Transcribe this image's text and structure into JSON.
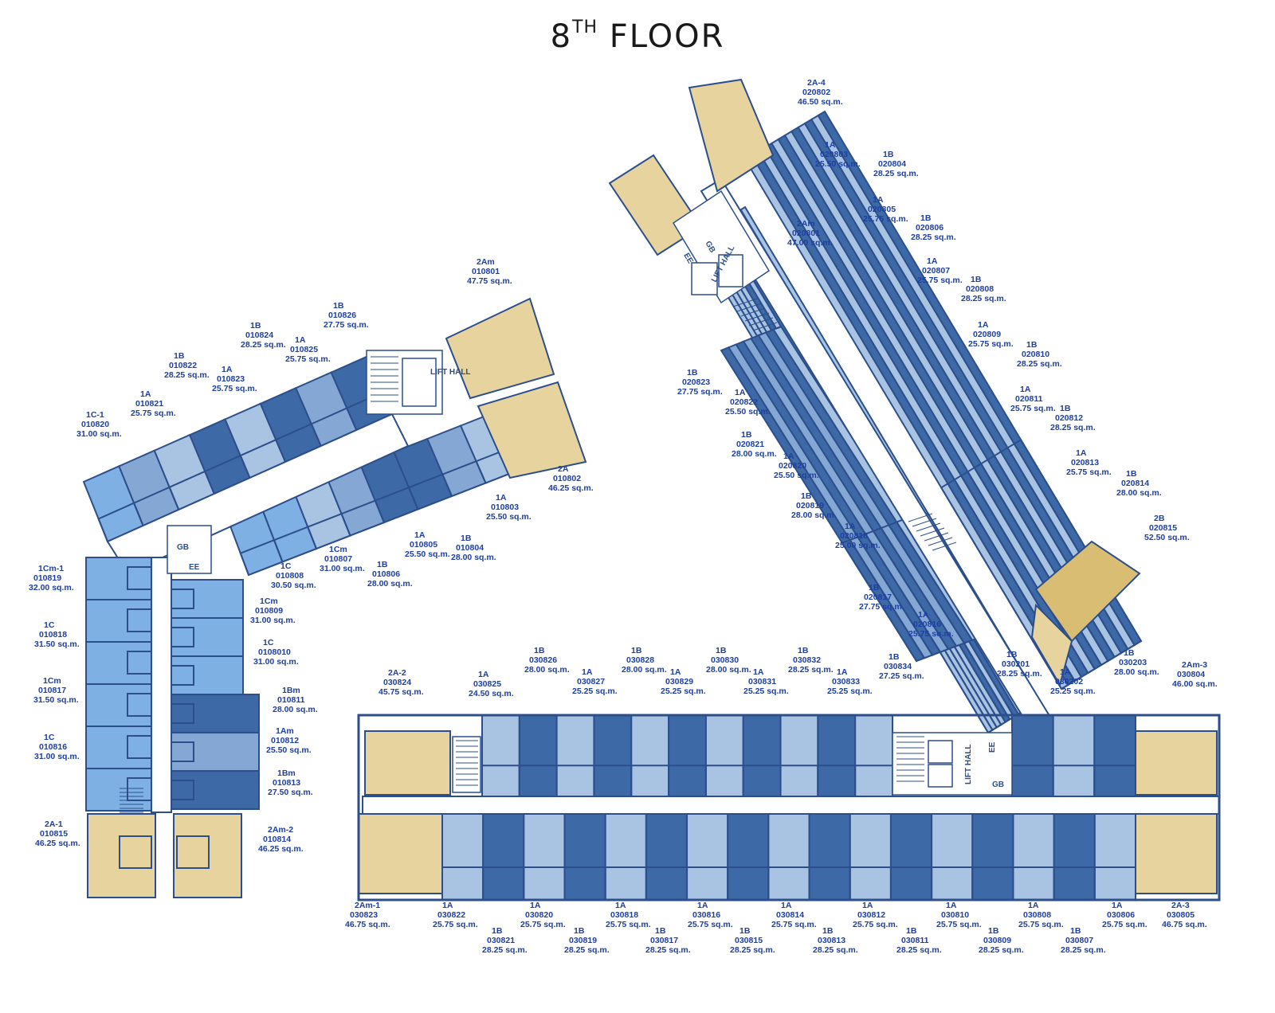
{
  "title": {
    "main": "8",
    "sup": "TH",
    "rest": "FLOOR"
  },
  "colors": {
    "light": "#a9c3e2",
    "mid": "#84a8d3",
    "dark": "#3d6aa6",
    "sky": "#7fb0e4",
    "tan": "#e7d39e",
    "tanDark": "#d9bd72",
    "line": "#2c4f8c",
    "label": "#1d3fa3"
  },
  "core_labels": {
    "lift_hall": "LIFT HALL",
    "ee": "EE",
    "gb": "GB"
  },
  "units": [
    {
      "type": "2Am",
      "code": "010801",
      "area": "47.75 sq.m."
    },
    {
      "type": "1B",
      "code": "010826",
      "area": "27.75 sq.m."
    },
    {
      "type": "1B",
      "code": "010824",
      "area": "28.25 sq.m."
    },
    {
      "type": "1A",
      "code": "010825",
      "area": "25.75 sq.m."
    },
    {
      "type": "1B",
      "code": "010822",
      "area": "28.25 sq.m."
    },
    {
      "type": "1A",
      "code": "010823",
      "area": "25.75 sq.m."
    },
    {
      "type": "1A",
      "code": "010821",
      "area": "25.75 sq.m."
    },
    {
      "type": "1C-1",
      "code": "010820",
      "area": "31.00 sq.m."
    },
    {
      "type": "2A",
      "code": "010802",
      "area": "46.25 sq.m."
    },
    {
      "type": "1A",
      "code": "010803",
      "area": "25.50 sq.m."
    },
    {
      "type": "1A",
      "code": "010805",
      "area": "25.50 sq.m."
    },
    {
      "type": "1B",
      "code": "010804",
      "area": "28.00 sq.m."
    },
    {
      "type": "1Cm",
      "code": "010807",
      "area": "31.00 sq.m."
    },
    {
      "type": "1B",
      "code": "010806",
      "area": "28.00 sq.m."
    },
    {
      "type": "1C",
      "code": "010808",
      "area": "30.50 sq.m."
    },
    {
      "type": "1Cm",
      "code": "010809",
      "area": "31.00 sq.m."
    },
    {
      "type": "1C",
      "code": "0108010",
      "area": "31.00 sq.m."
    },
    {
      "type": "1Bm",
      "code": "010811",
      "area": "28.00 sq.m."
    },
    {
      "type": "1Am",
      "code": "010812",
      "area": "25.50 sq.m."
    },
    {
      "type": "1Bm",
      "code": "010813",
      "area": "27.50 sq.m."
    },
    {
      "type": "2Am-2",
      "code": "010814",
      "area": "46.25 sq.m."
    },
    {
      "type": "1Cm-1",
      "code": "010819",
      "area": "32.00 sq.m."
    },
    {
      "type": "1C",
      "code": "010818",
      "area": "31.50 sq.m."
    },
    {
      "type": "1Cm",
      "code": "010817",
      "area": "31.50 sq.m."
    },
    {
      "type": "1C",
      "code": "010816",
      "area": "31.00 sq.m."
    },
    {
      "type": "2A-1",
      "code": "010815",
      "area": "46.25 sq.m."
    },
    {
      "type": "2A-4",
      "code": "020802",
      "area": "46.50 sq.m."
    },
    {
      "type": "1A",
      "code": "020803",
      "area": "25.50 sq.m."
    },
    {
      "type": "1B",
      "code": "020804",
      "area": "28.25 sq.m."
    },
    {
      "type": "2Am",
      "code": "020801",
      "area": "47.00 sq.m."
    },
    {
      "type": "1A",
      "code": "020805",
      "area": "25.75 sq.m."
    },
    {
      "type": "1B",
      "code": "020806",
      "area": "28.25 sq.m."
    },
    {
      "type": "1A",
      "code": "020807",
      "area": "25.75 sq.m."
    },
    {
      "type": "1B",
      "code": "020808",
      "area": "28.25 sq.m."
    },
    {
      "type": "1A",
      "code": "020809",
      "area": "25.75 sq.m."
    },
    {
      "type": "1B",
      "code": "020810",
      "area": "28.25 sq.m."
    },
    {
      "type": "1B",
      "code": "020823",
      "area": "27.75 sq.m."
    },
    {
      "type": "1A",
      "code": "020822",
      "area": "25.50 sq.m."
    },
    {
      "type": "1A",
      "code": "020811",
      "area": "25.75 sq.m."
    },
    {
      "type": "1B",
      "code": "020812",
      "area": "28.25 sq.m."
    },
    {
      "type": "1B",
      "code": "020821",
      "area": "28.00 sq.m."
    },
    {
      "type": "1A",
      "code": "020820",
      "area": "25.50 sq.m."
    },
    {
      "type": "1A",
      "code": "020813",
      "area": "25.75 sq.m."
    },
    {
      "type": "1B",
      "code": "020814",
      "area": "28.00 sq.m."
    },
    {
      "type": "1B",
      "code": "020819",
      "area": "28.00 sq.m."
    },
    {
      "type": "1A",
      "code": "020818",
      "area": "25.00 sq.m."
    },
    {
      "type": "2B",
      "code": "020815",
      "area": "52.50 sq.m."
    },
    {
      "type": "1B",
      "code": "020817",
      "area": "27.75 sq.m."
    },
    {
      "type": "1A",
      "code": "020816",
      "area": "25.75 sq.m."
    },
    {
      "type": "2A-2",
      "code": "030824",
      "area": "45.75 sq.m."
    },
    {
      "type": "1A",
      "code": "030825",
      "area": "24.50 sq.m."
    },
    {
      "type": "1B",
      "code": "030826",
      "area": "28.00 sq.m."
    },
    {
      "type": "1A",
      "code": "030827",
      "area": "25.25 sq.m."
    },
    {
      "type": "1B",
      "code": "030828",
      "area": "28.00 sq.m."
    },
    {
      "type": "1A",
      "code": "030829",
      "area": "25.25 sq.m."
    },
    {
      "type": "1B",
      "code": "030830",
      "area": "28.00 sq.m."
    },
    {
      "type": "1A",
      "code": "030831",
      "area": "25.25 sq.m."
    },
    {
      "type": "1B",
      "code": "030832",
      "area": "28.25 sq.m."
    },
    {
      "type": "1A",
      "code": "030833",
      "area": "25.25 sq.m."
    },
    {
      "type": "1B",
      "code": "030834",
      "area": "27.25 sq.m."
    },
    {
      "type": "1B",
      "code": "030201",
      "area": "28.25 sq.m."
    },
    {
      "type": "1A",
      "code": "030202",
      "area": "25.25 sq.m."
    },
    {
      "type": "1B",
      "code": "030203",
      "area": "28.00 sq.m."
    },
    {
      "type": "2Am-3",
      "code": "030804",
      "area": "46.00 sq.m."
    },
    {
      "type": "2Am-1",
      "code": "030823",
      "area": "46.75 sq.m."
    },
    {
      "type": "1A",
      "code": "030822",
      "area": "25.75 sq.m."
    },
    {
      "type": "1B",
      "code": "030821",
      "area": "28.25 sq.m."
    },
    {
      "type": "1A",
      "code": "030820",
      "area": "25.75 sq.m."
    },
    {
      "type": "1B",
      "code": "030819",
      "area": "28.25 sq.m."
    },
    {
      "type": "1A",
      "code": "030818",
      "area": "25.75 sq.m."
    },
    {
      "type": "1B",
      "code": "030817",
      "area": "28.25 sq.m."
    },
    {
      "type": "1A",
      "code": "030816",
      "area": "25.75 sq.m."
    },
    {
      "type": "1B",
      "code": "030815",
      "area": "28.25 sq.m."
    },
    {
      "type": "1A",
      "code": "030814",
      "area": "25.75 sq.m."
    },
    {
      "type": "1B",
      "code": "030813",
      "area": "28.25 sq.m."
    },
    {
      "type": "1A",
      "code": "030812",
      "area": "25.75 sq.m."
    },
    {
      "type": "1B",
      "code": "030811",
      "area": "28.25 sq.m."
    },
    {
      "type": "1A",
      "code": "030810",
      "area": "25.75 sq.m."
    },
    {
      "type": "1B",
      "code": "030809",
      "area": "28.25 sq.m."
    },
    {
      "type": "1A",
      "code": "030808",
      "area": "25.75 sq.m."
    },
    {
      "type": "1B",
      "code": "030807",
      "area": "28.25 sq.m."
    },
    {
      "type": "1A",
      "code": "030806",
      "area": "25.75 sq.m."
    },
    {
      "type": "2A-3",
      "code": "030805",
      "area": "46.75 sq.m."
    }
  ]
}
